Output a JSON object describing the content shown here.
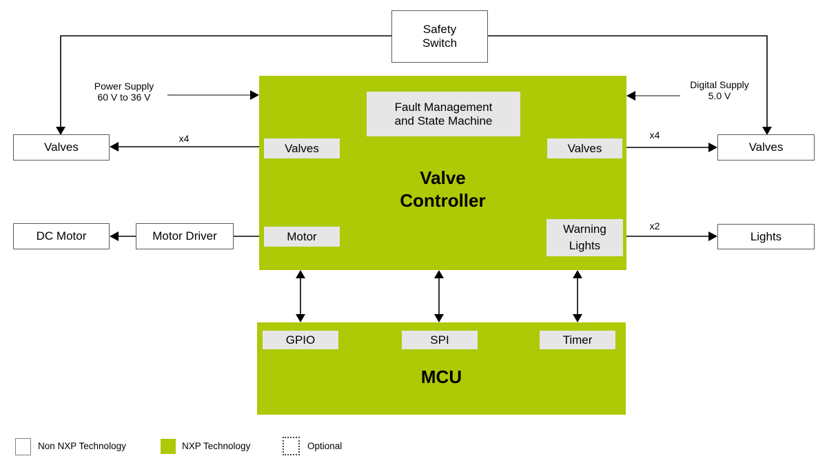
{
  "colors": {
    "nxp_green": "#aec906",
    "port_gray": "#e6e6e6",
    "line_black": "#000000",
    "line_gray": "#595959",
    "box_border": "#595959",
    "legend_border": "#808080"
  },
  "blocks": {
    "safety_switch": {
      "line1": "Safety",
      "line2": "Switch"
    },
    "valves_left": {
      "label": "Valves"
    },
    "valves_right": {
      "label": "Valves"
    },
    "dc_motor": {
      "label": "DC Motor"
    },
    "motor_driver": {
      "label": "Motor Driver"
    },
    "lights": {
      "label": "Lights"
    }
  },
  "valve_controller": {
    "title": {
      "line1": "Valve",
      "line2": "Controller"
    },
    "fault_management": {
      "line1": "Fault Management",
      "line2": "and State Machine"
    },
    "ports": {
      "valves_left": "Valves",
      "valves_right": "Valves",
      "motor": "Motor",
      "warning_lights": {
        "line1": "Warning",
        "line2": "Lights"
      }
    }
  },
  "mcu": {
    "title": "MCU",
    "ports": {
      "gpio": "GPIO",
      "spi": "SPI",
      "timer": "Timer"
    }
  },
  "annotations": {
    "power_supply": {
      "line1": "Power Supply",
      "line2": "60 V to 36 V"
    },
    "digital_supply": {
      "line1": "Digital Supply",
      "line2": "5.0 V"
    },
    "x4_left": "x4",
    "x4_right": "x4",
    "x2": "x2"
  },
  "legend": {
    "non_nxp": "Non NXP Technology",
    "nxp": "NXP Technology",
    "optional": "Optional"
  }
}
